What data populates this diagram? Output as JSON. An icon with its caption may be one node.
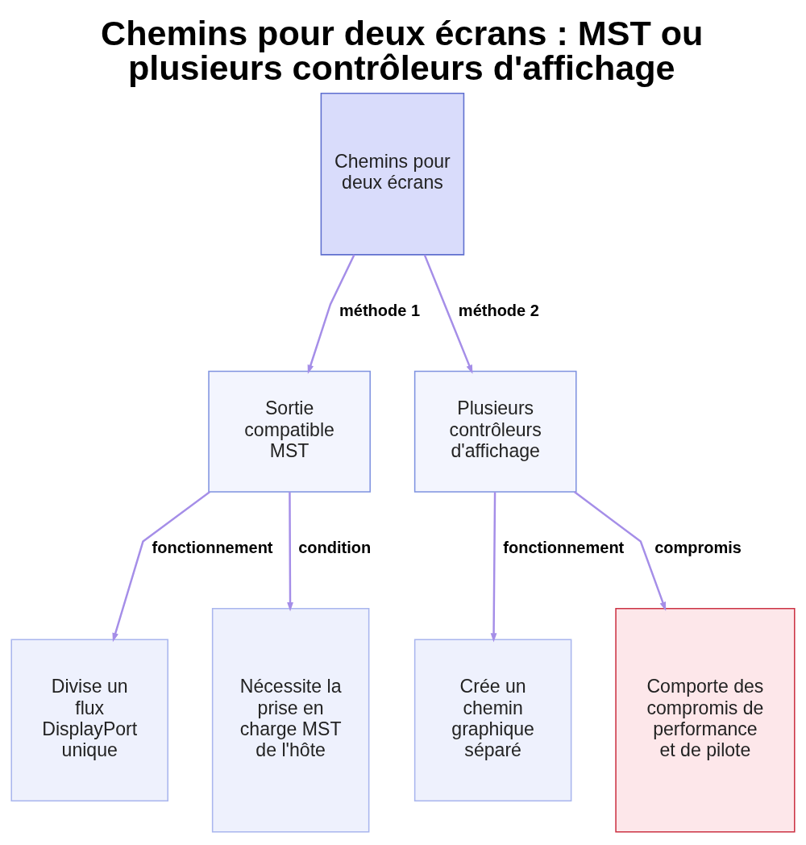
{
  "diagram": {
    "title": "Chemins pour deux écrans : MST ou plusieurs contrôleurs d'affichage",
    "nodes": [
      {
        "text": [
          "Chemins pour deux écrans"
        ]
      },
      {
        "text": [
          "Sortie compatible MST"
        ]
      },
      {
        "text": [
          "Plusieurs contrôleurs d'affichage"
        ]
      },
      {
        "text": [
          "Divise un flux DisplayPort unique"
        ]
      },
      {
        "text": [
          "Nécessite la prise en charge MST de l'hôte"
        ]
      },
      {
        "text": [
          "Crée un chemin graphique séparé"
        ]
      },
      {
        "text": [
          "Comporte des compromis de performance et de pilote"
        ]
      }
    ],
    "edges": [
      {
        "from": 0,
        "to": 1,
        "arrow": "to",
        "label": "méthode 1"
      },
      {
        "from": 0,
        "to": 2,
        "arrow": "to",
        "label": "méthode 2"
      },
      {
        "from": 1,
        "to": 3,
        "arrow": "to",
        "label": "fonctionnement"
      },
      {
        "from": 1,
        "to": 4,
        "arrow": "to",
        "label": "condition"
      },
      {
        "from": 2,
        "to": 5,
        "arrow": "to",
        "label": "fonctionnement"
      },
      {
        "from": 2,
        "to": 6,
        "arrow": "to",
        "label": "compromis"
      }
    ]
  }
}
